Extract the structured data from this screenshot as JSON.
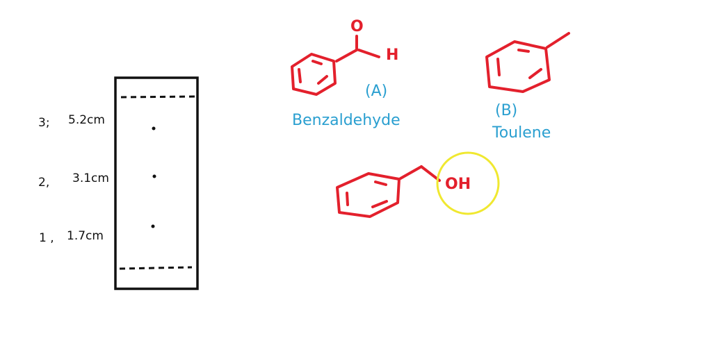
{
  "tlc_plate": {
    "spots": [
      {
        "number": "3;",
        "distance": "5.2cm"
      },
      {
        "number": "2,",
        "distance": "3.1cm"
      },
      {
        "number": "1 ,",
        "distance": "1.7cm"
      }
    ]
  },
  "compounds": {
    "a": {
      "tag": "(A)",
      "name": "Benzaldehyde",
      "atoms": {
        "oxygen": "O",
        "hydrogen": "H"
      }
    },
    "b": {
      "tag": "(B)",
      "name": "Toulene"
    },
    "c": {
      "group": "OH",
      "highlight_color": "#f0e830"
    }
  },
  "colors": {
    "structure": "#e3202c",
    "label": "#2a9fd0",
    "ink": "#111111"
  }
}
